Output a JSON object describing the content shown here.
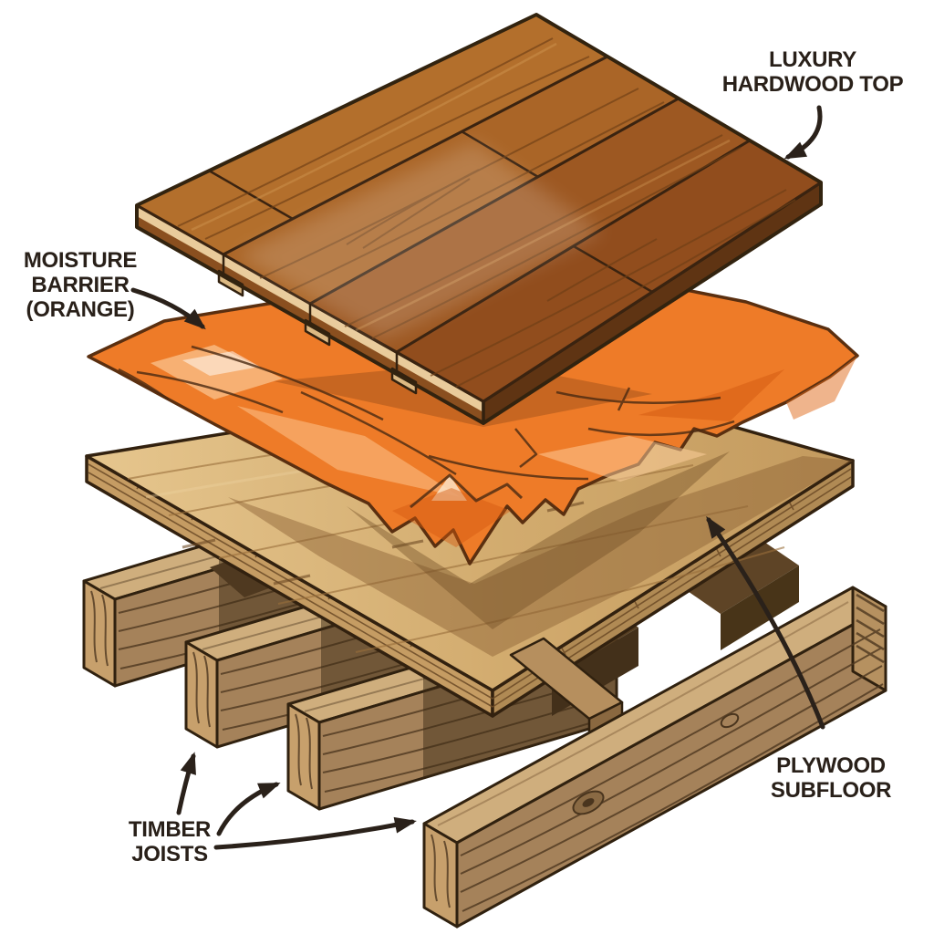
{
  "diagram": {
    "labels": {
      "hardwood_top": {
        "line1": "LUXURY",
        "line2": "HARDWOOD TOP"
      },
      "moisture_barrier": {
        "line1": "MOISTURE",
        "line2": "BARRIER",
        "line3": "(ORANGE)"
      },
      "plywood_subfloor": {
        "line1": "PLYWOOD",
        "line2": "SUBFLOOR"
      },
      "timber_joists": {
        "line1": "TIMBER",
        "line2": "JOISTS"
      }
    },
    "layer_order": [
      "LUXURY HARDWOOD TOP",
      "MOISTURE BARRIER (ORANGE)",
      "PLYWOOD SUBFLOOR",
      "TIMBER JOISTS"
    ],
    "colors": {
      "background": "#ffffff",
      "label_text": "#292019",
      "arrow": "#2a211a",
      "outline": "#32230f",
      "hardwood_strips": [
        "#b36f2c",
        "#aa6527",
        "#9d5822",
        "#914d1d"
      ],
      "hardwood_side": "#e9cb9b",
      "hardwood_edge_dark": "#5f3413",
      "moisture_orange": "#ee7b28",
      "moisture_highlight": "#ffd2a0",
      "moisture_shadow": "#d2590f",
      "plywood_light": "#e6c68e",
      "plywood_dark": "#c39a5e",
      "plywood_shadow": "#7b5428",
      "joist_top": "#cfae7d",
      "joist_side": "#a5825a",
      "joist_end": "#c7a06c"
    }
  }
}
